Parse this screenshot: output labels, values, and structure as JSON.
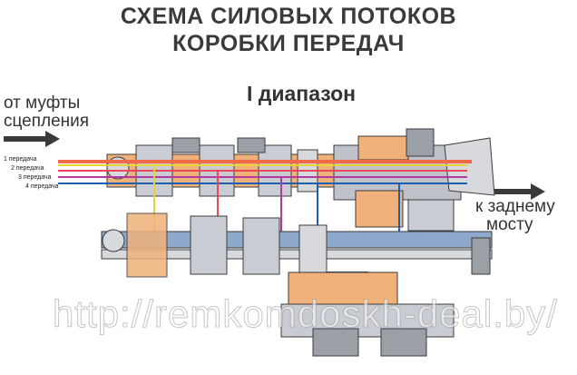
{
  "title_line1": "СХЕМА СИЛОВЫХ ПОТОКОВ",
  "title_line2": "КОРОБКИ ПЕРЕДАЧ",
  "range_label": "I диапазон",
  "input_label": [
    "от муфты",
    "сцепления"
  ],
  "output_label": [
    "к заднему",
    "мосту"
  ],
  "gears": [
    {
      "label": "1 передача",
      "color": "#e6d23a"
    },
    {
      "label": "2 передача",
      "color": "#e8485a"
    },
    {
      "label": "3 передача",
      "color": "#b03aa0"
    },
    {
      "label": "4 передача",
      "color": "#1f5fb0"
    }
  ],
  "watermark": "http://remkomdoskh-deal.by/",
  "colors": {
    "housing": "#f0b27a",
    "shaft_blue": "#8fa9cc",
    "gear_gray": "#9aa0a6",
    "outline": "#3b3b3b",
    "input_flow": "#f06a4a"
  }
}
